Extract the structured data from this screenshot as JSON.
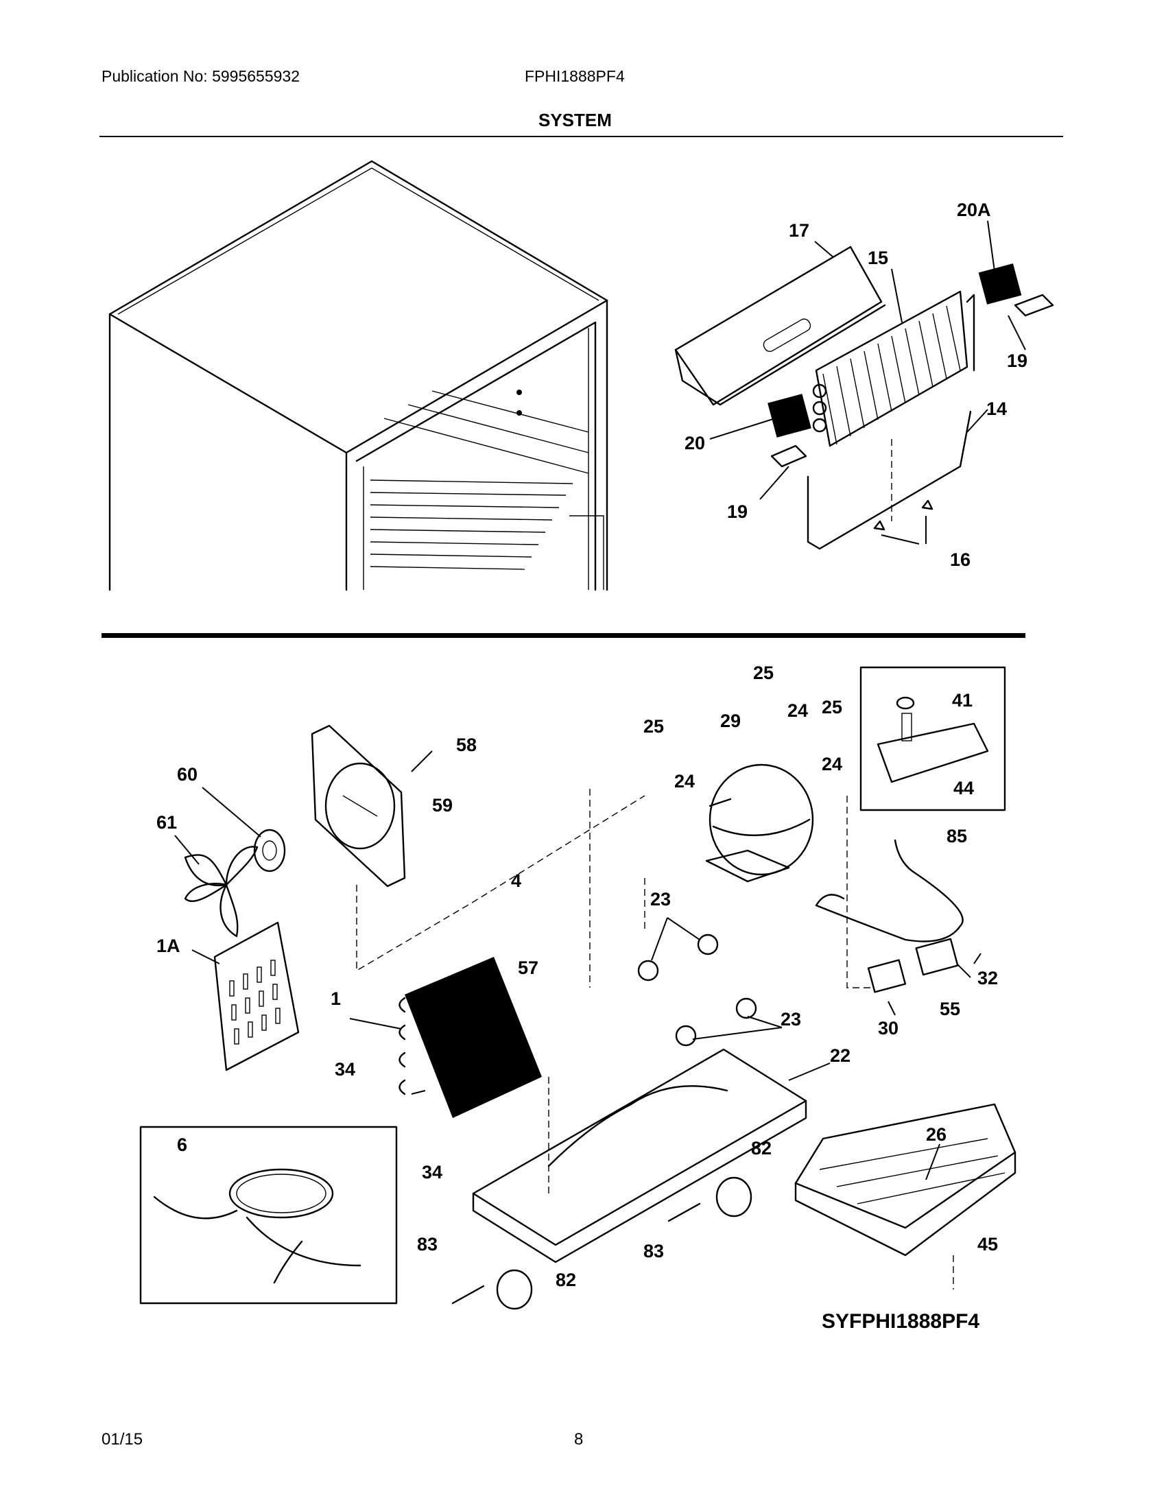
{
  "header": {
    "publication": "Publication No: 5995655932",
    "model": "FPHI1888PF4",
    "section": "SYSTEM"
  },
  "diagram_code": "SYFPHI1888PF4",
  "footer": {
    "date": "01/15",
    "page": "8"
  },
  "callouts": {
    "c17": "17",
    "c15": "15",
    "c20a": "20A",
    "c19a": "19",
    "c20": "20",
    "c19b": "19",
    "c14": "14",
    "c16": "16",
    "c25a": "25",
    "c25b": "25",
    "c25c": "25",
    "c24a": "24",
    "c24b": "24",
    "c24c": "24",
    "c29": "29",
    "c41": "41",
    "c44": "44",
    "c58": "58",
    "c60": "60",
    "c59": "59",
    "c61": "61",
    "c85": "85",
    "c4": "4",
    "c23a": "23",
    "c1a": "1A",
    "c57": "57",
    "c1": "1",
    "c32": "32",
    "c55": "55",
    "c23b": "23",
    "c30": "30",
    "c34a": "34",
    "c22": "22",
    "c6": "6",
    "c34b": "34",
    "c26": "26",
    "c82a": "82",
    "c83a": "83",
    "c45": "45",
    "c83b": "83",
    "c82b": "82"
  }
}
